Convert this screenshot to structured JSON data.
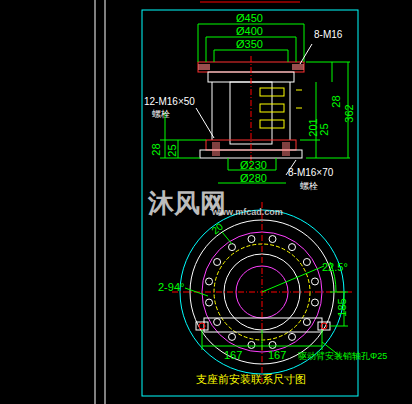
{
  "diagram": {
    "caption": "支座前安装联系尺寸图",
    "labels": [
      "Ø450",
      "Ø400",
      "Ø350",
      "8-M16",
      "28",
      "362",
      "201",
      "25",
      "12-M16×50",
      "螺栓",
      "28",
      "25",
      "Ø230",
      "Ø280",
      "8-M16×70",
      "螺栓",
      "20",
      "22.5°",
      "2-94°",
      "185",
      "167",
      "167",
      "驱动臂安装销轴孔Φ25",
      "沐风网",
      "www.mfcad.com"
    ]
  }
}
